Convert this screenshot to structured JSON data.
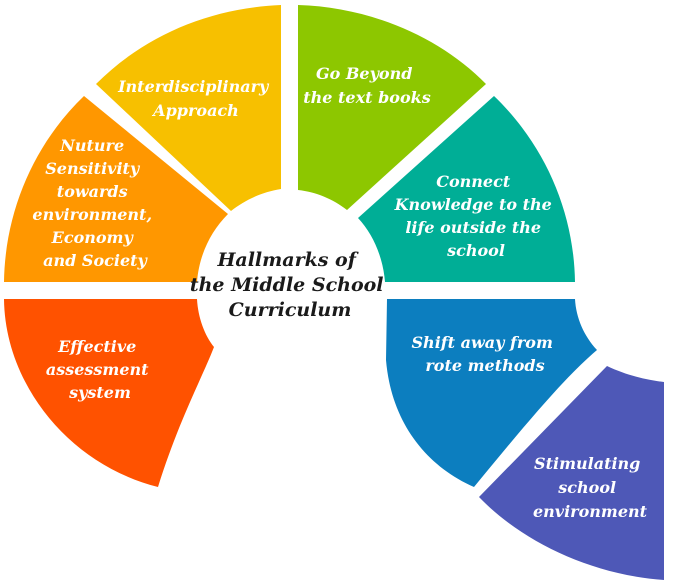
{
  "center": {
    "lines": [
      "Hallmarks of",
      "the Middle School",
      "Curriculum"
    ]
  },
  "segments": [
    {
      "id": "assessment",
      "color": "#FF5200",
      "lines": [
        "Effective",
        "assessment",
        "system"
      ]
    },
    {
      "id": "sensitivity",
      "color": "#FF9700",
      "lines": [
        "Nuture",
        "Sensitivity",
        "towards",
        "environment,",
        "Economy",
        "and Society"
      ]
    },
    {
      "id": "interdisciplinary",
      "color": "#F7C000",
      "lines": [
        "Interdisciplinary",
        "Approach"
      ]
    },
    {
      "id": "beyond-textbooks",
      "color": "#8DC700",
      "lines": [
        "Go Beyond",
        "the text books"
      ]
    },
    {
      "id": "connect-knowledge",
      "color": "#00AE96",
      "lines": [
        "Connect",
        "Knowledge to the",
        "life outside the",
        "school"
      ]
    },
    {
      "id": "rote-methods",
      "color": "#0C7EBF",
      "lines": [
        "Shift away from",
        "rote methods"
      ]
    },
    {
      "id": "stimulating-env",
      "color": "#4E58B7",
      "lines": [
        "Stimulating",
        "school",
        "environment"
      ]
    }
  ]
}
